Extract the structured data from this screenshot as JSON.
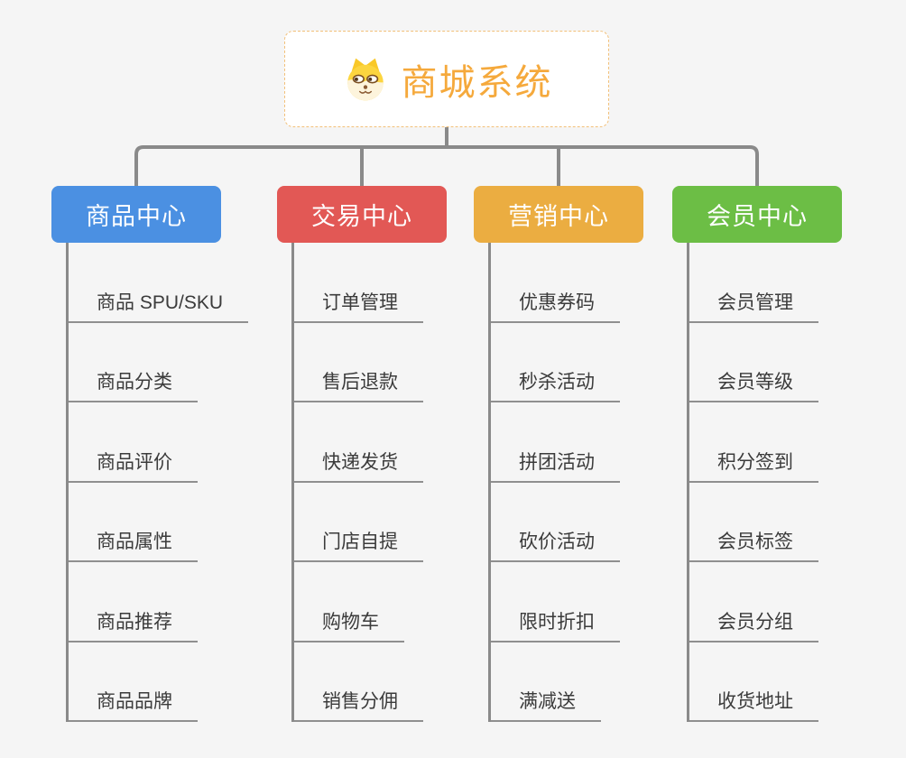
{
  "root": {
    "title": "商城系统",
    "icon": "dog-face-icon",
    "text_color": "#f5a93c",
    "border_color": "#f2c079"
  },
  "connector_color": "#8a8a8a",
  "background_color": "#f5f5f5",
  "branches": [
    {
      "label": "商品中心",
      "color": "#4b90e2",
      "items": [
        "商品 SPU/SKU",
        "商品分类",
        "商品评价",
        "商品属性",
        "商品推荐",
        "商品品牌"
      ]
    },
    {
      "label": "交易中心",
      "color": "#e25855",
      "items": [
        "订单管理",
        "售后退款",
        "快递发货",
        "门店自提",
        "购物车",
        "销售分佣"
      ]
    },
    {
      "label": "营销中心",
      "color": "#ebad41",
      "items": [
        "优惠券码",
        "秒杀活动",
        "拼团活动",
        "砍价活动",
        "限时折扣",
        "满减送"
      ]
    },
    {
      "label": "会员中心",
      "color": "#6cbe45",
      "items": [
        "会员管理",
        "会员等级",
        "积分签到",
        "会员标签",
        "会员分组",
        "收货地址"
      ]
    }
  ]
}
